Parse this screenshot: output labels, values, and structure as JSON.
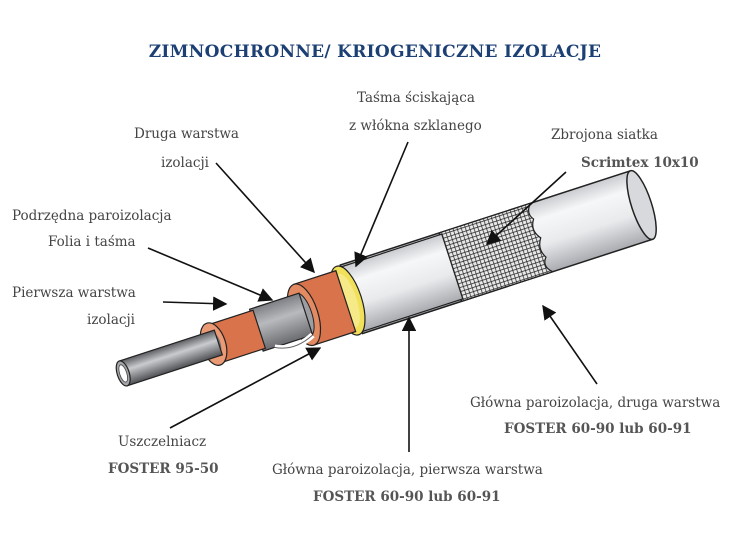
{
  "title": "ZIMNOCHRONNE/ KRIOGENICZNE IZOLACJE",
  "colors": {
    "title": "#1c3f74",
    "pipe_steel": "#8a8c90",
    "orange_insulation": "#d9734b",
    "grey_insulation": "#9c9ea3",
    "yellow_tape": "#f0e05a",
    "white_jacket": "#f2f3f5",
    "mesh": "#2a2a2a",
    "arrow": "#111111"
  },
  "labels": {
    "druga_warstwa": {
      "line1": "Druga warstwa",
      "line2": "izolacji"
    },
    "tasma": {
      "line1": "Taśma ściskająca",
      "line2": "z włókna szklanego"
    },
    "zbrojona": {
      "line1": "Zbrojona siatka",
      "line2": "Scrimtex 10x10"
    },
    "podrzedna": {
      "line1": "Podrzędna paroizolacja",
      "line2": "Folia i taśma"
    },
    "pierwsza": {
      "line1": "Pierwsza warstwa",
      "line2": "izolacji"
    },
    "uszczelniacz": {
      "line1": "Uszczelniacz",
      "line2": "FOSTER 95-50"
    },
    "glowna_pierwsza": {
      "line1": "Główna paroizolacja, pierwsza warstwa",
      "line2": "FOSTER 60-90 lub 60-91"
    },
    "glowna_druga": {
      "line1": "Główna paroizolacja, druga warstwa",
      "line2": "FOSTER 60-90 lub 60-91"
    }
  }
}
